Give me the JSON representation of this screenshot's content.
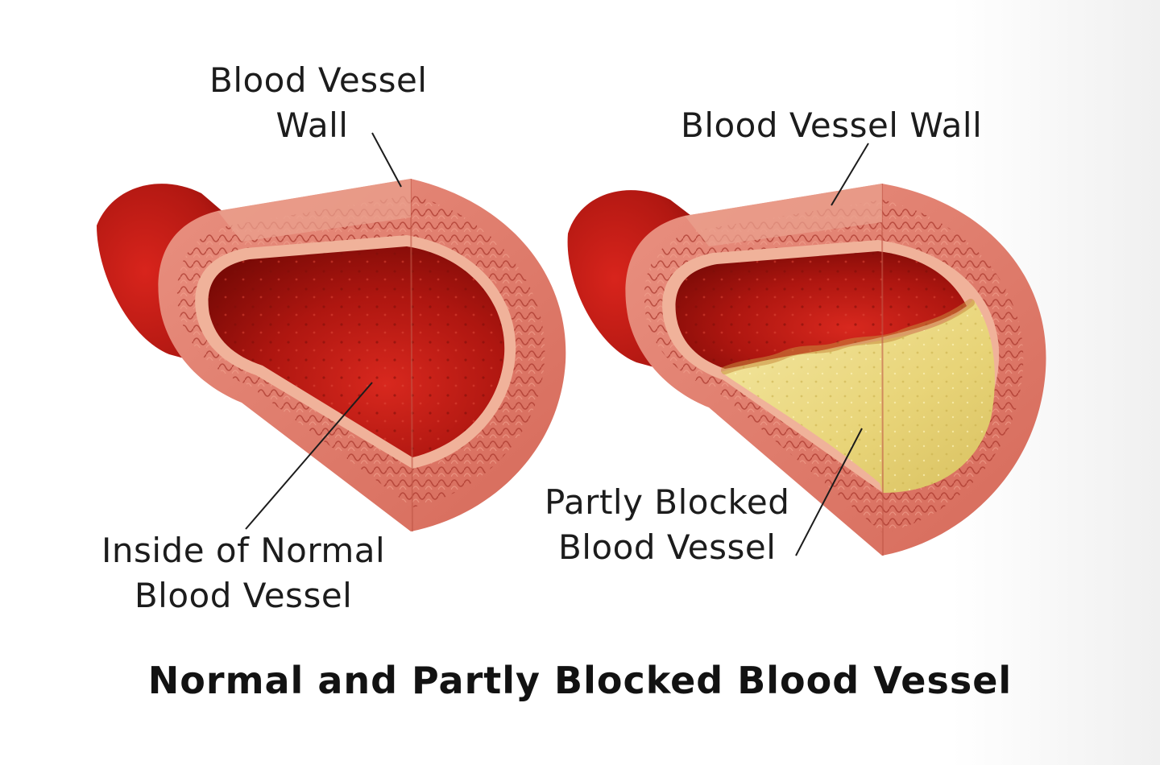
{
  "title": "Normal and Partly Blocked Blood Vessel",
  "labels": {
    "normal_wall": [
      "Blood Vessel",
      "Wall"
    ],
    "normal_inside": [
      "Inside of Normal",
      "Blood Vessel"
    ],
    "blocked_wall": "Blood Vessel Wall",
    "blocked_vessel": [
      "Partly Blocked",
      "Blood Vessel"
    ]
  },
  "colors": {
    "vessel_red": "#c0201a",
    "lumen_dark": "#9e1410",
    "wall_pink": "#e07a6a",
    "plaque_yellow": "#eedc84"
  }
}
